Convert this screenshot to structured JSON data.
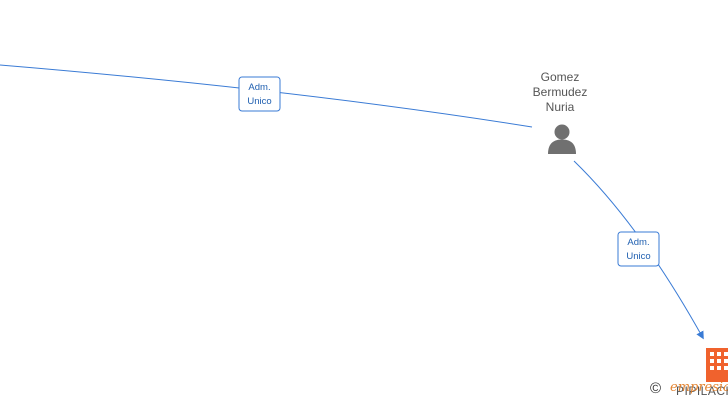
{
  "nodes": {
    "person": {
      "name_lines": [
        "Gomez",
        "Bermudez",
        "Nuria"
      ],
      "icon": "person-icon"
    },
    "company": {
      "label": "PIPILACH",
      "icon": "building-icon"
    }
  },
  "edges": [
    {
      "label_lines": [
        "Adm.",
        "Unico"
      ]
    },
    {
      "label_lines": [
        "Adm.",
        "Unico"
      ]
    }
  ],
  "watermark": {
    "copyright_symbol": "©",
    "brand": "empresia"
  },
  "colors": {
    "edge": "#3a7bd5",
    "label_border": "#3a7bd5",
    "label_text": "#1f5fb0",
    "person_icon": "#707070",
    "company_icon": "#f0622d"
  }
}
